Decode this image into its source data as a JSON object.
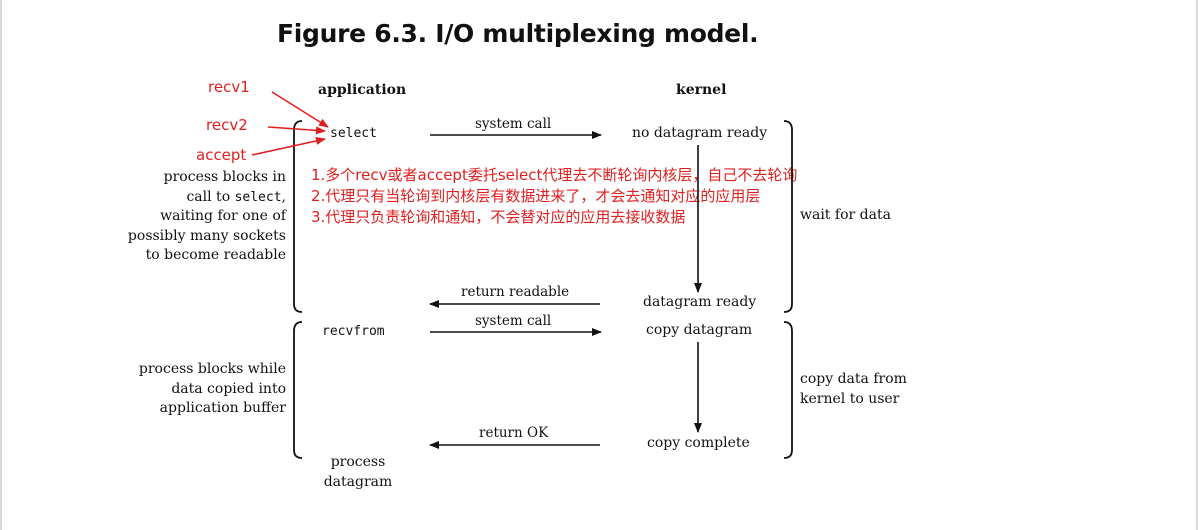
{
  "figure": {
    "title": "Figure 6.3. I/O multiplexing model.",
    "columns": {
      "application": "application",
      "kernel": "kernel"
    },
    "app_calls": {
      "select": "select",
      "recvfrom": "recvfrom"
    },
    "arrows": {
      "system_call_1": "system call",
      "return_readable": "return readable",
      "system_call_2": "system call",
      "return_ok": "return OK"
    },
    "kernel_states": {
      "no_datagram_ready": "no datagram ready",
      "datagram_ready": "datagram ready",
      "copy_datagram": "copy datagram",
      "copy_complete": "copy complete"
    },
    "phases": {
      "wait_for_data": "wait for data",
      "copy_data_line1": "copy data from",
      "copy_data_line2": "kernel to user"
    },
    "block_select": [
      "process blocks in",
      "call to ",
      "waiting for one of",
      "possibly many sockets",
      "to become readable"
    ],
    "block_select_code": "select",
    "block_select_comma": ",",
    "block_recvfrom": [
      "process blocks while",
      "data copied into",
      "application buffer"
    ],
    "process_datagram": [
      "process",
      "datagram"
    ]
  },
  "annotations": {
    "sources": [
      "recv1",
      "recv2",
      "accept"
    ],
    "notes": [
      "1.多个recv或者accept委托select代理去不断轮询内核层，自己不去轮询",
      "2.代理只有当轮询到内核层有数据进来了，才会去通知对应的应用层",
      "3.代理只负责轮询和通知，不会替对应的应用去接收数据"
    ],
    "color": "#e02020"
  }
}
